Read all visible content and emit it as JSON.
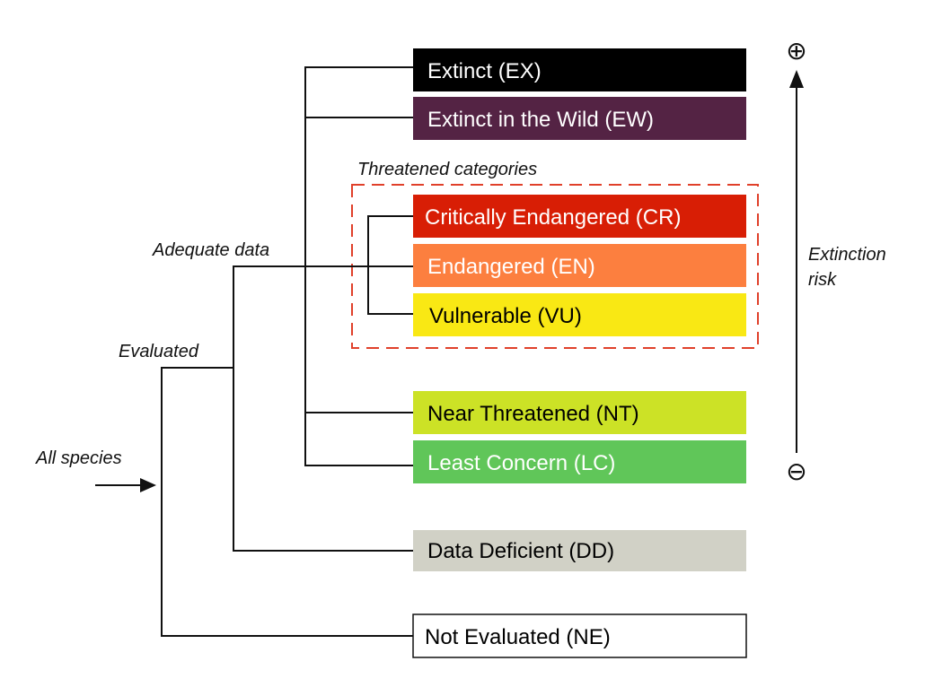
{
  "labels": {
    "all_species": "All species",
    "evaluated": "Evaluated",
    "adequate_data": "Adequate data",
    "threatened_categories": "Threatened categories",
    "extinction_risk_line1": "Extinction",
    "extinction_risk_line2": "risk",
    "plus_symbol": "⊕",
    "minus_symbol": "⊖"
  },
  "categories": [
    {
      "label": "Extinct (EX)",
      "color": "#000000",
      "text_color": "#ffffff"
    },
    {
      "label": "Extinct in the Wild (EW)",
      "color": "#542344",
      "text_color": "#ffffff"
    },
    {
      "label": "Critically Endangered (CR)",
      "color": "#d81e05",
      "text_color": "#ffffff"
    },
    {
      "label": "Endangered (EN)",
      "color": "#fc7f3f",
      "text_color": "#ffffff"
    },
    {
      "label": "Vulnerable (VU)",
      "color": "#f9e814",
      "text_color": "#000000"
    },
    {
      "label": "Near Threatened (NT)",
      "color": "#cce226",
      "text_color": "#000000"
    },
    {
      "label": "Least Concern (LC)",
      "color": "#60c659",
      "text_color": "#ffffff"
    },
    {
      "label": "Data Deficient (DD)",
      "color": "#d1d1c6",
      "text_color": "#000000"
    },
    {
      "label": "Not Evaluated (NE)",
      "color": "#ffffff",
      "text_color": "#000000"
    }
  ],
  "colors": {
    "threatened_border": "#e0402a",
    "line": "#111111"
  }
}
